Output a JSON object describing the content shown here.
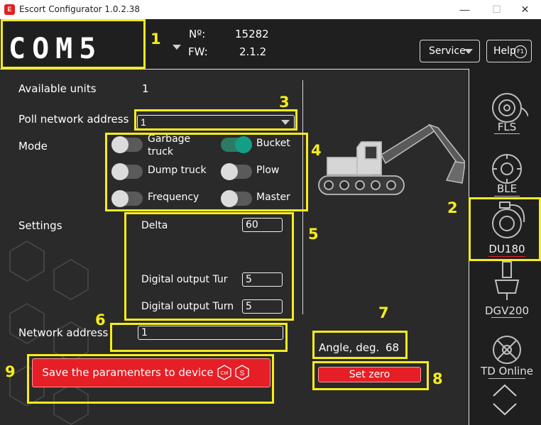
{
  "window": {
    "app_icon_text": "E",
    "title": "Escort Configurator 1.0.2.38",
    "minimize": "—",
    "maximize": "☐",
    "close": "✕"
  },
  "header": {
    "port": "COM5",
    "serial_label": "Nº:",
    "serial_value": "15282",
    "fw_label": "FW:",
    "fw_value": "2.1.2",
    "service_label": "Service",
    "help_label": "Help",
    "help_key": "F1"
  },
  "form": {
    "available_units_label": "Available units",
    "available_units_value": "1",
    "poll_label": "Poll network address",
    "poll_value": "1",
    "mode_label": "Mode",
    "modes": [
      {
        "label": "Garbage truck",
        "on": false
      },
      {
        "label": "Bucket",
        "on": true
      },
      {
        "label": "Dump truck",
        "on": false
      },
      {
        "label": "Plow",
        "on": false
      },
      {
        "label": "Frequency",
        "on": false
      },
      {
        "label": "Master",
        "on": false
      }
    ],
    "settings_label": "Settings",
    "settings": [
      {
        "label": "Delta",
        "value": "60"
      },
      {
        "label": "Digital output Tur",
        "value": "5"
      },
      {
        "label": "Digital output Turn",
        "value": "5"
      }
    ],
    "network_address_label": "Network address",
    "network_address_value": "1",
    "angle_label": "Angle, deg.",
    "angle_value": "68",
    "save_label": "Save the paramenters to device",
    "save_key1": "Ctrl",
    "save_key2": "S",
    "set_zero_label": "Set zero"
  },
  "devices": [
    {
      "label": "FLS",
      "selected": false
    },
    {
      "label": "BLE",
      "selected": false
    },
    {
      "label": "DU180",
      "selected": true
    },
    {
      "label": "DGV200",
      "selected": false
    },
    {
      "label": "TD Online",
      "selected": false
    }
  ],
  "annotations": [
    "1",
    "2",
    "3",
    "4",
    "5",
    "6",
    "7",
    "8",
    "9"
  ],
  "colors": {
    "accent_red": "#e61f26",
    "toggle_on": "#139e85",
    "annotation": "#f7ec1b"
  }
}
